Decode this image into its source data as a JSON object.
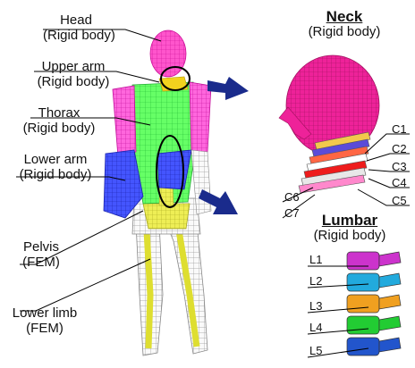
{
  "left_labels": {
    "head": {
      "name": "Head",
      "type": "(Rigid body)"
    },
    "upper_arm": {
      "name": "Upper arm",
      "type": "(Rigid body)"
    },
    "thorax": {
      "name": "Thorax",
      "type": "(Rigid body)"
    },
    "lower_arm": {
      "name": "Lower arm",
      "type": "(Rigid body)"
    },
    "pelvis": {
      "name": "Pelvis",
      "type": "(FEM)"
    },
    "lower_limb": {
      "name": "Lower limb",
      "type": "(FEM)"
    }
  },
  "neck": {
    "title": "Neck",
    "type": "(Rigid body)",
    "vertebrae": [
      "C1",
      "C2",
      "C3",
      "C4",
      "C5",
      "C6",
      "C7"
    ]
  },
  "lumbar": {
    "title": "Lumbar",
    "type": "(Rigid body)",
    "vertebrae": [
      "L1",
      "L2",
      "L3",
      "L4",
      "L5"
    ]
  },
  "colors": {
    "head": "#e0157f",
    "upper_arm": "#ff33ee",
    "thorax": "#33ee44",
    "lower_arm": "#3344ff",
    "pelvis_mesh": "#bbbbbb",
    "lower_limb": "#e6e64a",
    "arrow": "#1a2b8c",
    "neck_bands": [
      "#f2c94c",
      "#5b4bd8",
      "#ff6644",
      "#ffffff",
      "#ee1c1c",
      "#e8e8e8",
      "#ff88cc"
    ],
    "lumbar_bands": [
      "#cc33cc",
      "#22aadd",
      "#f0a020",
      "#22cc33",
      "#2255cc"
    ]
  }
}
